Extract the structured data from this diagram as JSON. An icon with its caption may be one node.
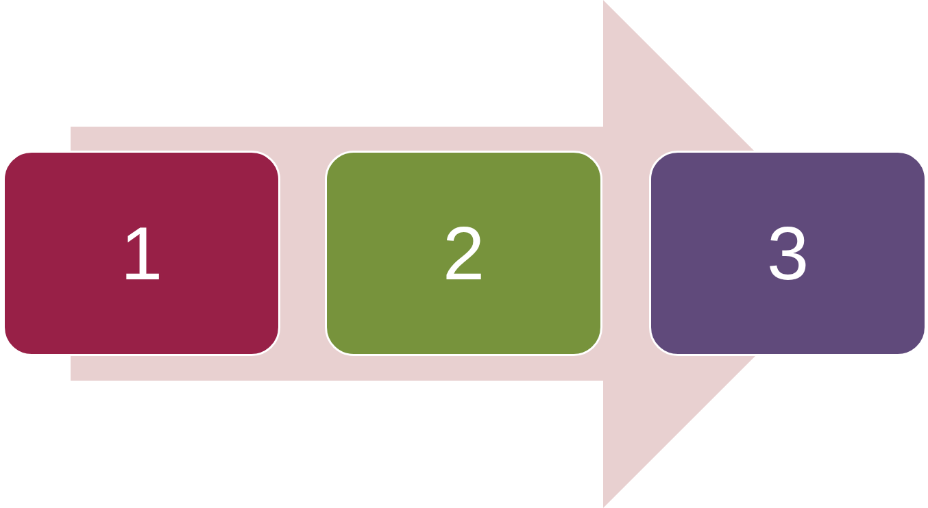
{
  "diagram": {
    "nodes": [
      {
        "text": [
          "1"
        ]
      },
      {
        "text": [
          "2"
        ]
      },
      {
        "text": [
          "3"
        ]
      }
    ],
    "edges": [
      {
        "from": 0,
        "to": 2,
        "arrow": "to"
      }
    ]
  }
}
